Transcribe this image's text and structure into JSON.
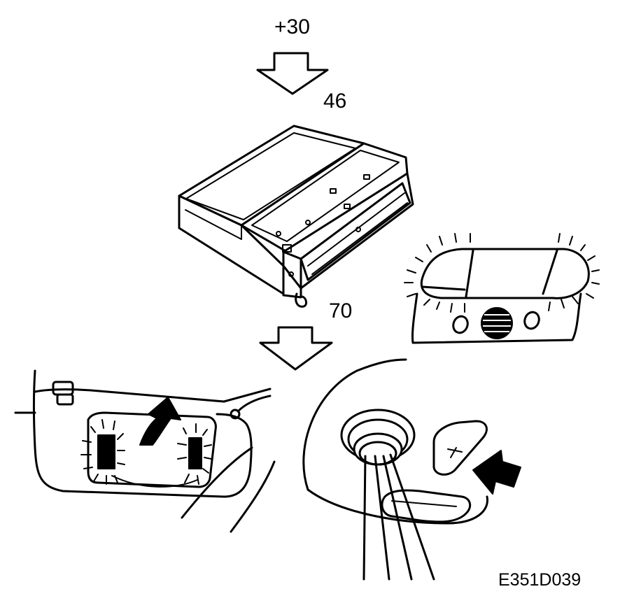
{
  "labels": {
    "supply": "+30",
    "module": "46",
    "output": "70",
    "figure_code": "E351D039"
  },
  "components": {
    "power_arrow": "down-arrow-icon",
    "control_module": "control-module",
    "output_arrow": "down-arrow-icon",
    "interior_lamp": "interior-lamp",
    "sun_visor": "sun-visor-with-vanity-mirror",
    "ignition_switch": "ignition-lock",
    "key_arrow": "arrow-icon"
  },
  "colors": {
    "line": "#000000",
    "background": "#ffffff"
  }
}
